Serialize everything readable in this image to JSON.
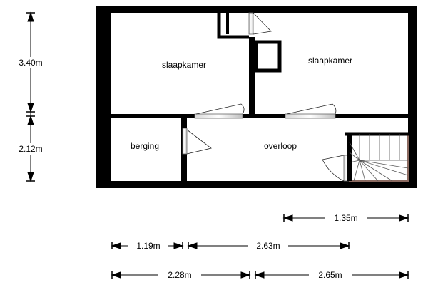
{
  "rooms": {
    "bedroom_left": "slaapkamer",
    "bedroom_right": "slaapkamer",
    "storage": "berging",
    "landing": "overloop"
  },
  "dimensions": {
    "vertical_top": "3.40m",
    "vertical_bottom": "2.12m",
    "row1": "1.35m",
    "row2_left": "1.19m",
    "row2_right": "2.63m",
    "row3_left": "2.28m",
    "row3_right": "2.65m"
  },
  "colors": {
    "wall": "#000000",
    "stairs": "#8b6a60",
    "door": "#9a9a9a"
  }
}
